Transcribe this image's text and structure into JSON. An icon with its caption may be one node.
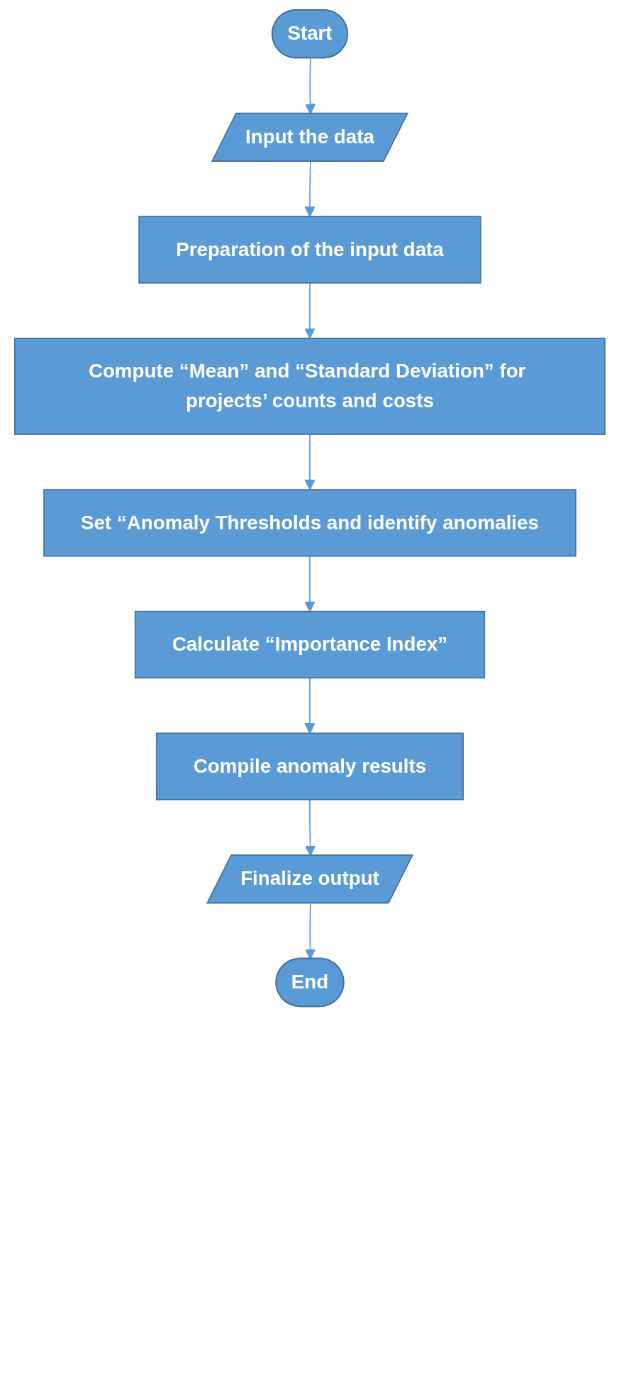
{
  "diagram": {
    "nodes": [
      {
        "text": [
          "Start"
        ]
      },
      {
        "text": [
          "Input the data"
        ]
      },
      {
        "text": [
          "Preparation of the input data"
        ]
      },
      {
        "text": [
          "Compute “Mean” and “Standard Deviation” for projects’ counts and costs"
        ]
      },
      {
        "text": [
          "Set “Anomaly Thresholds and identify anomalies"
        ]
      },
      {
        "text": [
          "Calculate “Importance Index”"
        ]
      },
      {
        "text": [
          "Compile anomaly results"
        ]
      },
      {
        "text": [
          "Finalize output"
        ]
      },
      {
        "text": [
          "End"
        ]
      }
    ],
    "edges": [
      {
        "from": 0,
        "to": 1,
        "arrow": "to"
      },
      {
        "from": 1,
        "to": 2,
        "arrow": "to"
      },
      {
        "from": 2,
        "to": 3,
        "arrow": "to"
      },
      {
        "from": 3,
        "to": 4,
        "arrow": "to"
      },
      {
        "from": 4,
        "to": 5,
        "arrow": "to"
      },
      {
        "from": 5,
        "to": 6,
        "arrow": "to"
      },
      {
        "from": 6,
        "to": 7,
        "arrow": "to"
      },
      {
        "from": 7,
        "to": 8,
        "arrow": "to"
      }
    ]
  }
}
